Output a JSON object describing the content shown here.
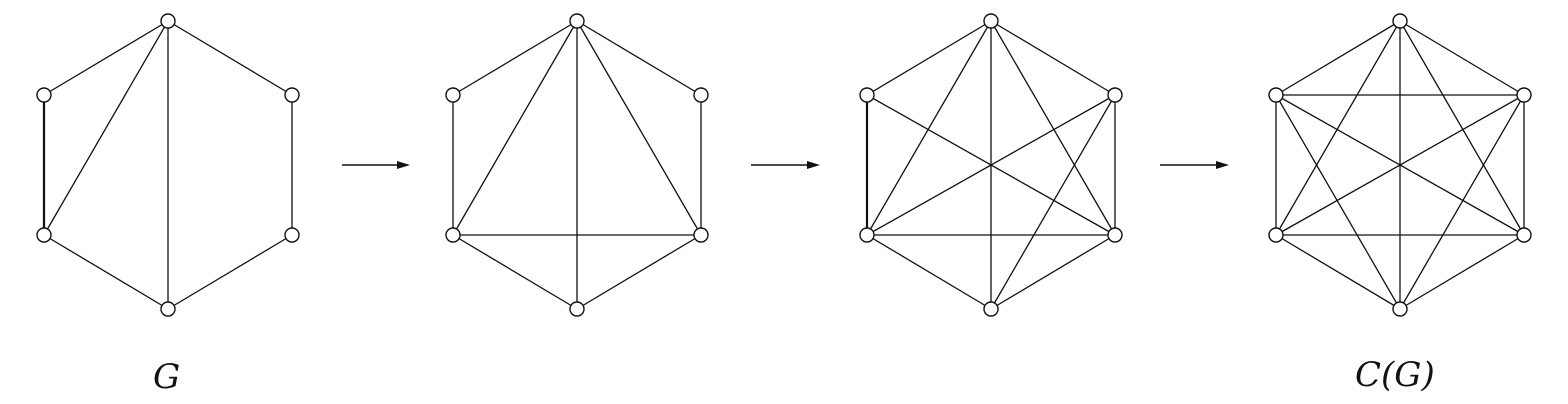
{
  "figure": {
    "graphs": [
      {
        "label": "G",
        "edges": [
          [
            0,
            1
          ],
          [
            1,
            2
          ],
          [
            2,
            3
          ],
          [
            3,
            4
          ],
          [
            4,
            5
          ],
          [
            5,
            0
          ],
          [
            0,
            3
          ],
          [
            0,
            4
          ]
        ],
        "thick_edges": [
          [
            4,
            5
          ]
        ]
      },
      {
        "label": "",
        "edges": [
          [
            0,
            1
          ],
          [
            1,
            2
          ],
          [
            2,
            3
          ],
          [
            3,
            4
          ],
          [
            4,
            5
          ],
          [
            5,
            0
          ],
          [
            0,
            3
          ],
          [
            0,
            4
          ],
          [
            0,
            2
          ],
          [
            2,
            4
          ]
        ],
        "thick_edges": []
      },
      {
        "label": "",
        "edges": [
          [
            0,
            1
          ],
          [
            1,
            2
          ],
          [
            2,
            3
          ],
          [
            3,
            4
          ],
          [
            4,
            5
          ],
          [
            5,
            0
          ],
          [
            0,
            3
          ],
          [
            0,
            4
          ],
          [
            0,
            2
          ],
          [
            2,
            4
          ],
          [
            1,
            4
          ],
          [
            2,
            5
          ],
          [
            1,
            3
          ]
        ],
        "thick_edges": [
          [
            4,
            5
          ]
        ]
      },
      {
        "label": "C(G)",
        "edges": [
          [
            0,
            1
          ],
          [
            1,
            2
          ],
          [
            2,
            3
          ],
          [
            3,
            4
          ],
          [
            4,
            5
          ],
          [
            5,
            0
          ],
          [
            0,
            3
          ],
          [
            0,
            4
          ],
          [
            0,
            2
          ],
          [
            2,
            4
          ],
          [
            1,
            4
          ],
          [
            2,
            5
          ],
          [
            1,
            3
          ],
          [
            1,
            5
          ],
          [
            3,
            5
          ]
        ],
        "thick_edges": []
      }
    ],
    "arrow_count": 3
  }
}
